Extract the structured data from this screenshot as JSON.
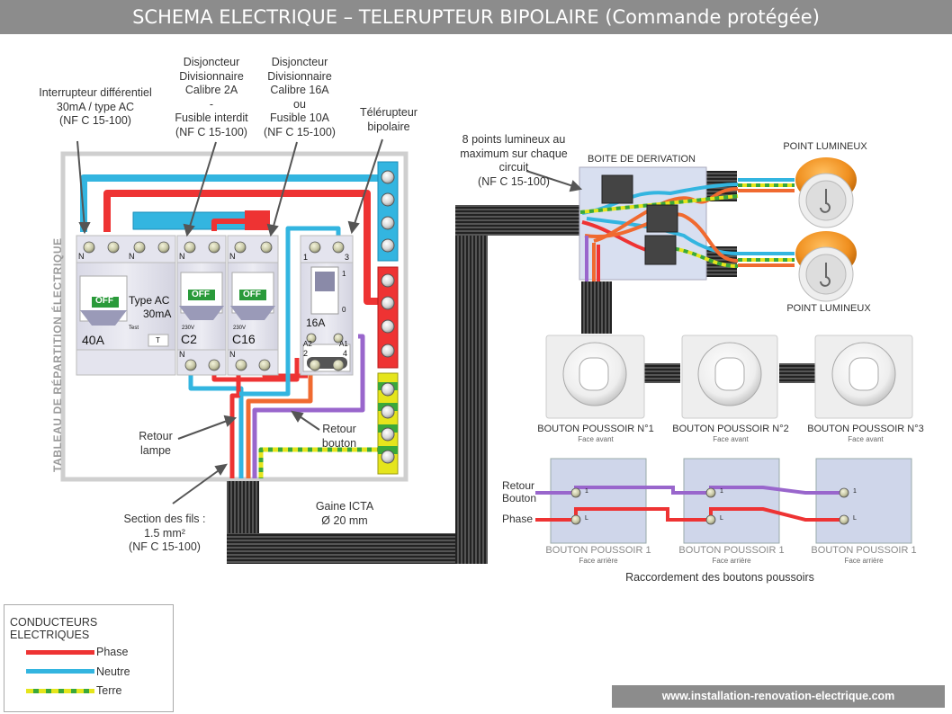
{
  "title": "SCHEMA ELECTRIQUE – TELERUPTEUR BIPOLAIRE (Commande protégée)",
  "panel": {
    "vertical_label": "TABLEAU DE RÉPARTITION ÉLECTRIQUE",
    "label_rcd": [
      "Interrupteur différentiel",
      "30mA / type AC",
      "(NF C 15-100)"
    ],
    "label_breaker_2a": [
      "Disjoncteur",
      "Divisionnaire",
      "Calibre 2A",
      "-",
      "Fusible interdit",
      "(NF C 15-100)"
    ],
    "label_breaker_16a": [
      "Disjoncteur",
      "Divisionnaire",
      "Calibre 16A",
      "ou",
      "Fusible 10A",
      "(NF C 15-100)"
    ],
    "label_relay": [
      "Télérupteur",
      "bipolaire"
    ],
    "rcd": {
      "switch": "OFF",
      "type": "Type AC",
      "sensitivity": "30mA",
      "rating": "40A",
      "test": "Test",
      "test_btn": "T",
      "n": "N"
    },
    "breaker_c2": {
      "switch": "OFF",
      "rating": "C2",
      "voltage": "230V",
      "n": "N"
    },
    "breaker_c16": {
      "switch": "OFF",
      "rating": "C16",
      "voltage": "230V",
      "n": "N"
    },
    "relay": {
      "rating": "16A",
      "t1": "1",
      "t3": "3",
      "t2": "2",
      "t4": "4",
      "a1": "A1",
      "a2": "A2",
      "pos1": "1",
      "pos0": "0"
    },
    "label_retour_lampe": [
      "Retour",
      "lampe"
    ],
    "label_retour_bouton": [
      "Retour",
      "bouton"
    ],
    "label_section": [
      "Section des fils :",
      "1.5 mm²",
      "(NF C 15-100)"
    ],
    "label_gaine": [
      "Gaine ICTA",
      "Ø 20 mm"
    ]
  },
  "lighting": {
    "label_points": [
      "8 points lumineux au",
      "maximum sur chaque",
      "circuit",
      "(NF C 15-100)"
    ],
    "junction_box": "BOITE DE DERIVATION",
    "light_point_top": "POINT LUMINEUX",
    "light_point_bottom": "POINT LUMINEUX"
  },
  "push_buttons_front": [
    {
      "name": "BOUTON POUSSOIR N°1",
      "face": "Face avant"
    },
    {
      "name": "BOUTON POUSSOIR N°2",
      "face": "Face avant"
    },
    {
      "name": "BOUTON POUSSOIR N°3",
      "face": "Face avant"
    }
  ],
  "push_buttons_back": [
    {
      "name": "BOUTON POUSSOIR 1",
      "face": "Face arrière",
      "t1": "1",
      "tL": "L"
    },
    {
      "name": "BOUTON POUSSOIR 1",
      "face": "Face arrière",
      "t1": "1",
      "tL": "L"
    },
    {
      "name": "BOUTON POUSSOIR 1",
      "face": "Face arrière",
      "t1": "1",
      "tL": "L"
    }
  ],
  "wiring": {
    "label_retour_bouton": [
      "Retour",
      "Bouton"
    ],
    "label_phase": "Phase",
    "caption": "Raccordement  des boutons poussoirs"
  },
  "legend": {
    "title": "CONDUCTEURS ELECTRIQUES",
    "items": [
      {
        "label": "Phase",
        "color": "#ee3333"
      },
      {
        "label": "Neutre",
        "color": "#33b5e0"
      },
      {
        "label": "Terre",
        "color": "#d8d820"
      }
    ]
  },
  "colors": {
    "phase": "#ee3333",
    "neutral": "#33b5e0",
    "earth_yellow": "#e5e51c",
    "earth_green": "#3aa83a",
    "lamp_return": "#f06a30",
    "button_return": "#9966cc"
  },
  "footer": "www.installation-renovation-electrique.com"
}
